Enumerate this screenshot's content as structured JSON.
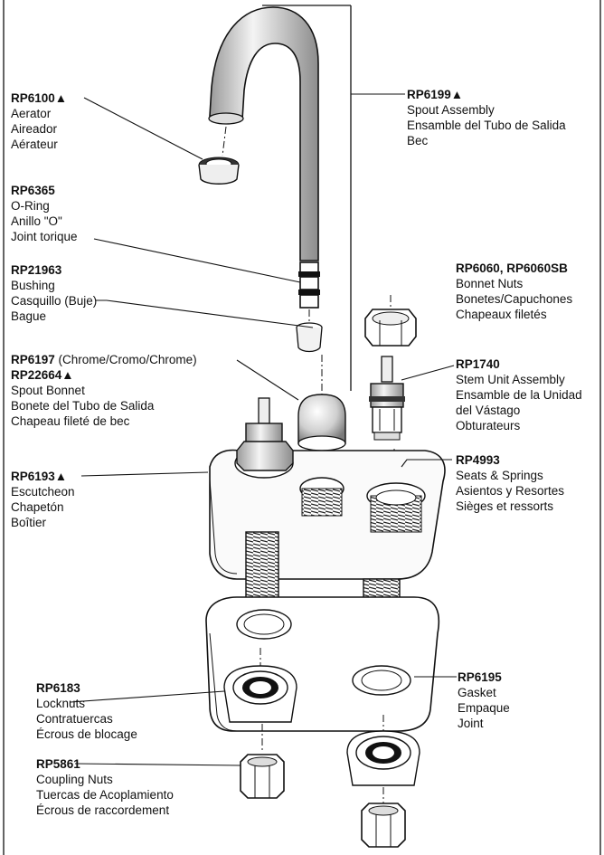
{
  "parts": {
    "aerator": {
      "code": "RP6100",
      "mark": "▲",
      "names": [
        "Aerator",
        "Aireador",
        "Aérateur"
      ]
    },
    "oring": {
      "code": "RP6365",
      "names": [
        "O-Ring",
        "Anillo \"O\"",
        "Joint torique"
      ]
    },
    "bushing": {
      "code": "RP21963",
      "names": [
        "Bushing",
        "Casquillo (Buje)",
        "Bague"
      ]
    },
    "spout_bonnet": {
      "code": "RP6197",
      "note": " (Chrome/Cromo/Chrome)",
      "code2": "RP22664",
      "mark2": "▲",
      "names": [
        "Spout Bonnet",
        "Bonete del Tubo de Salida",
        "Chapeau fileté de bec"
      ]
    },
    "escutcheon": {
      "code": "RP6193",
      "mark": "▲",
      "names": [
        "Escutcheon",
        "Chapetón",
        "Boîtier"
      ]
    },
    "locknuts": {
      "code": "RP6183",
      "names": [
        "Locknuts",
        "Contratuercas",
        "Écrous de blocage"
      ]
    },
    "coupling_nuts": {
      "code": "RP5861",
      "names": [
        "Coupling Nuts",
        "Tuercas de Acoplamiento",
        "Écrous de raccordement"
      ]
    },
    "spout_assembly": {
      "code": "RP6199",
      "mark": "▲",
      "names": [
        "Spout Assembly",
        "Ensamble del Tubo de Salida",
        "Bec"
      ]
    },
    "bonnet_nuts": {
      "code": "RP6060, RP6060SB",
      "names": [
        "Bonnet Nuts",
        "Bonetes/Capuchones",
        "Chapeaux filetés"
      ]
    },
    "stem_unit": {
      "code": "RP1740",
      "names": [
        "Stem Unit Assembly",
        "Ensamble de la Unidad",
        "del Vástago",
        "Obturateurs"
      ]
    },
    "seats_springs": {
      "code": "RP4993",
      "names": [
        "Seats & Springs",
        "Asientos y Resortes",
        "Sièges et ressorts"
      ]
    },
    "gasket": {
      "code": "RP6195",
      "names": [
        "Gasket",
        "Empaque",
        "Joint"
      ]
    }
  }
}
